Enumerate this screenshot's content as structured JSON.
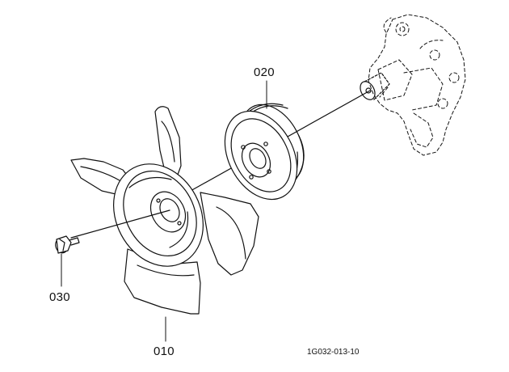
{
  "parts": [
    {
      "number": "010",
      "name": "fan-blade"
    },
    {
      "number": "020",
      "name": "fan-pulley"
    },
    {
      "number": "030",
      "name": "bolt"
    }
  ],
  "figure_code": "1G032-013-10",
  "colors": {
    "ink": "#111111",
    "fill": "#ffffff"
  }
}
